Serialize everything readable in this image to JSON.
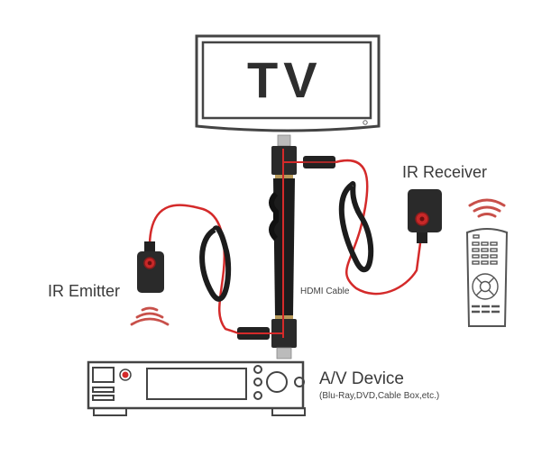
{
  "diagram": {
    "title": "IR Repeater over HDMI connection diagram",
    "nodes": {
      "tv": {
        "label": "TV"
      },
      "ir_receiver": {
        "label": "IR Receiver"
      },
      "ir_emitter": {
        "label": "IR Emitter"
      },
      "hdmi_cable": {
        "label": "HDMI Cable"
      },
      "av_device": {
        "label": "A/V Device",
        "sublabel": "(Blu-Ray,DVD,Cable Box,etc.)"
      },
      "remote": {
        "label": ""
      }
    },
    "connections": [
      {
        "from": "tv",
        "to": "av_device",
        "via": "hdmi_cable"
      },
      {
        "from": "ir_receiver",
        "to": "tv",
        "via": "ir_cable"
      },
      {
        "from": "ir_emitter",
        "to": "av_device",
        "via": "ir_cable"
      }
    ],
    "colors": {
      "cable_red": "#d42a2a",
      "cable_black": "#1c1c1c",
      "outline": "#4a4a4a",
      "ir_signal": "#c8504a"
    }
  }
}
